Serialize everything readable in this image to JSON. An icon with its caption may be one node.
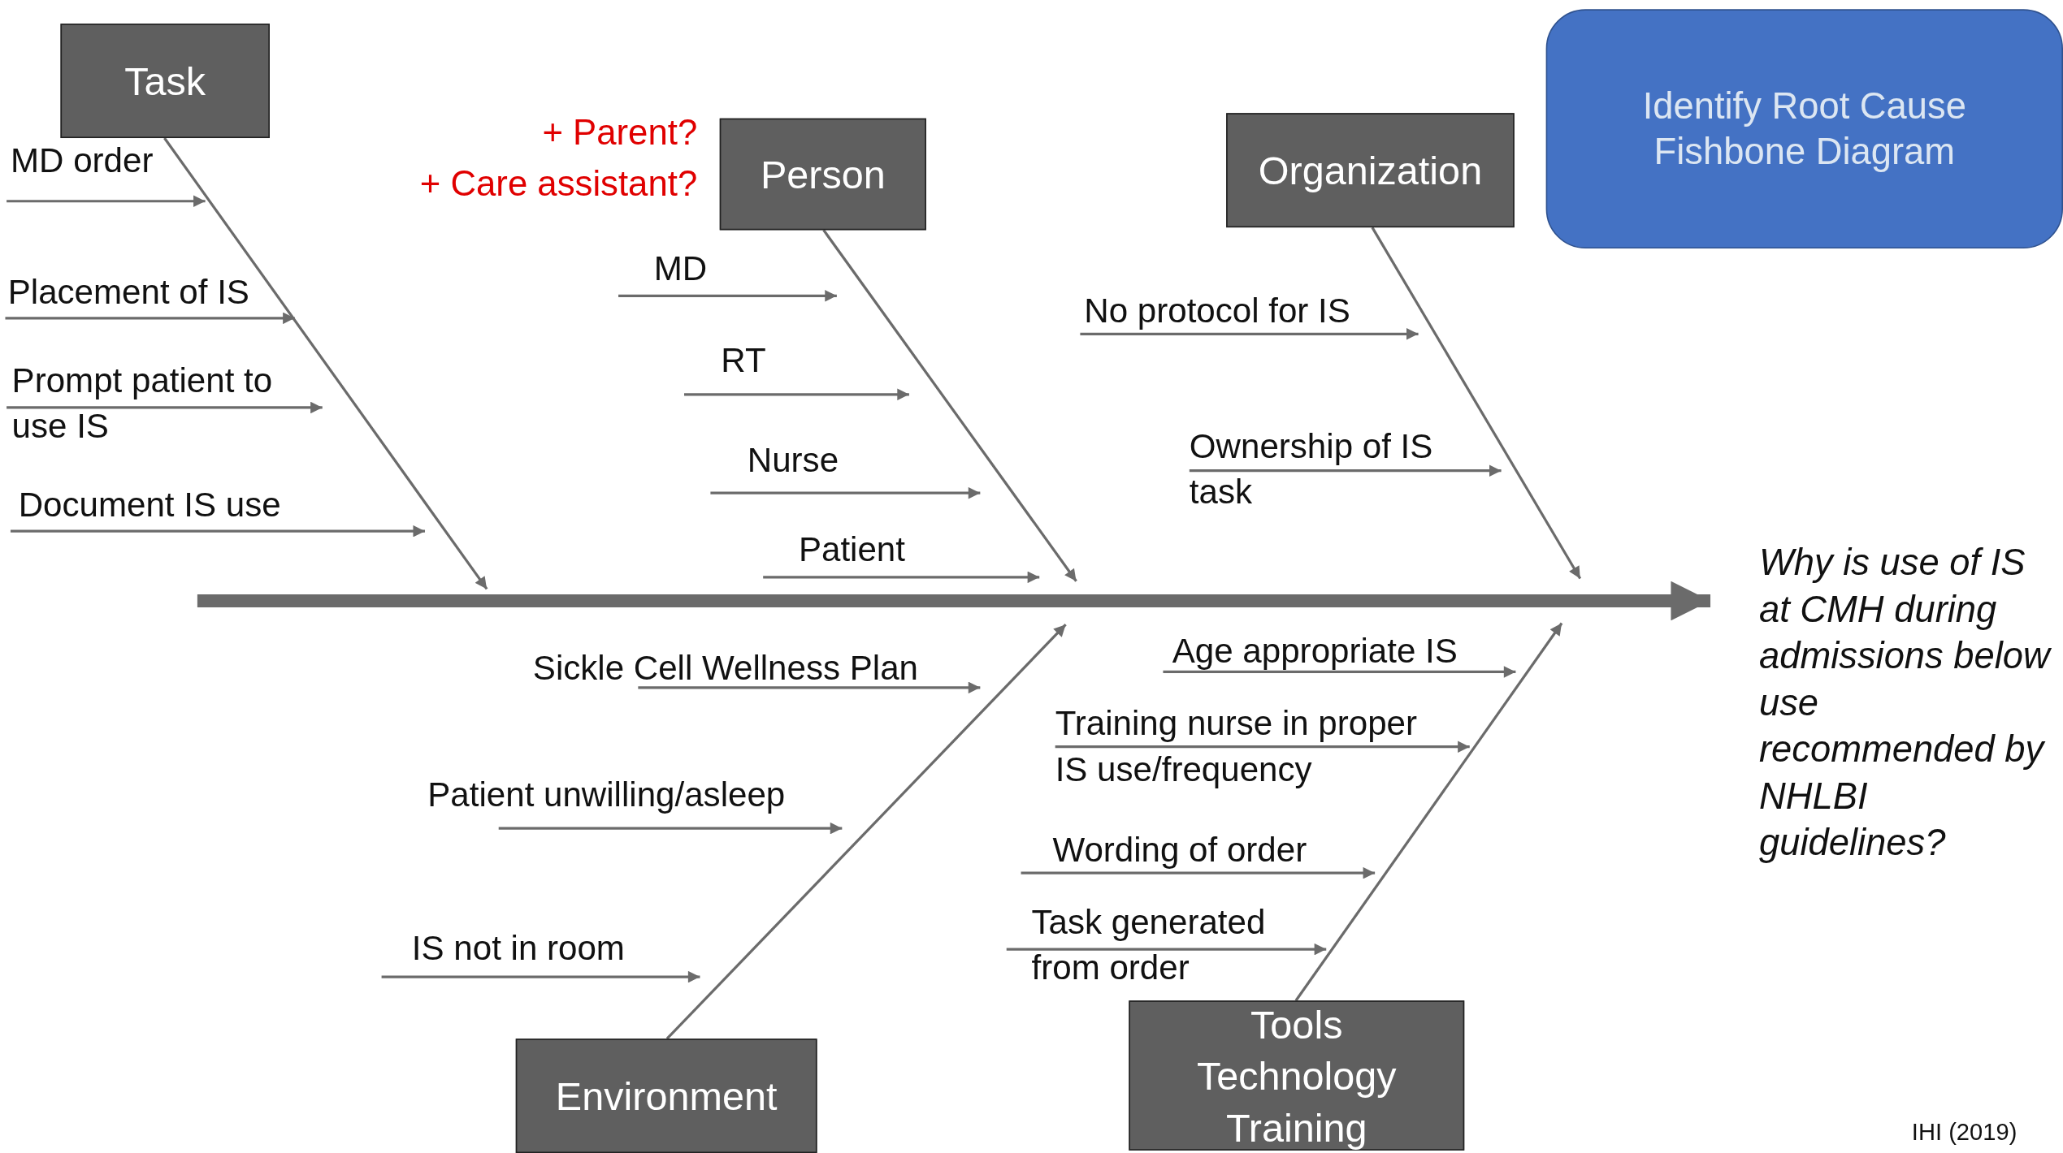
{
  "diagram": {
    "nodes": [
      {
        "text": [
          "Task"
        ]
      },
      {
        "text": [
          "MD order"
        ]
      },
      {
        "text": [
          "Placement of IS"
        ]
      },
      {
        "text": [
          "Prompt patient to use IS"
        ]
      },
      {
        "text": [
          "Document IS use"
        ]
      },
      {
        "text": [
          "Person"
        ],
        "beside": [
          "+ Parent?",
          "+ Care assistant?"
        ]
      },
      {
        "text": [
          "MD"
        ]
      },
      {
        "text": [
          "RT"
        ]
      },
      {
        "text": [
          "Nurse"
        ]
      },
      {
        "text": [
          "Patient"
        ]
      },
      {
        "text": [
          "Organization"
        ]
      },
      {
        "text": [
          "No protocol for IS"
        ]
      },
      {
        "text": [
          "Ownership of IS task"
        ]
      },
      {
        "text": [
          "Identify Root Cause Fishbone Diagram"
        ]
      },
      {
        "text": [
          "Why is use of IS at CMH during admissions below use recommended by NHLBI guidelines?"
        ]
      },
      {
        "text": [
          "Environment"
        ]
      },
      {
        "text": [
          "Sickle Cell Wellness Plan"
        ]
      },
      {
        "text": [
          "Patient unwilling/asleep"
        ]
      },
      {
        "text": [
          "IS not in room"
        ]
      },
      {
        "text": [
          "Tools Technology Training"
        ]
      },
      {
        "text": [
          "Age appropriate IS"
        ]
      },
      {
        "text": [
          "Training nurse in proper IS use/frequency"
        ]
      },
      {
        "text": [
          "Wording of order"
        ]
      },
      {
        "text": [
          "Task generated from order"
        ]
      }
    ],
    "edges": [
      {
        "from": 1,
        "to": null,
        "arrow": "to"
      },
      {
        "from": 2,
        "to": null,
        "arrow": "to"
      },
      {
        "from": 3,
        "to": null,
        "arrow": "to"
      },
      {
        "from": 4,
        "to": null,
        "arrow": "to"
      },
      {
        "from": 0,
        "to": null,
        "arrow": "to"
      },
      {
        "from": 6,
        "to": null,
        "arrow": "to"
      },
      {
        "from": 7,
        "to": null,
        "arrow": "to"
      },
      {
        "from": 8,
        "to": null,
        "arrow": "to"
      },
      {
        "from": 9,
        "to": null,
        "arrow": "to"
      },
      {
        "from": 5,
        "to": null,
        "arrow": "to"
      },
      {
        "from": 11,
        "to": null,
        "arrow": "to"
      },
      {
        "from": 12,
        "to": null,
        "arrow": "to"
      },
      {
        "from": 10,
        "to": null,
        "arrow": "to"
      },
      {
        "from": null,
        "to": 14,
        "arrow": "to",
        "style": "thick"
      },
      {
        "from": 16,
        "to": null,
        "arrow": "to"
      },
      {
        "from": 17,
        "to": null,
        "arrow": "to"
      },
      {
        "from": 18,
        "to": null,
        "arrow": "to"
      },
      {
        "from": 15,
        "to": null,
        "arrow": "to"
      },
      {
        "from": 20,
        "to": null,
        "arrow": "to"
      },
      {
        "from": 21,
        "to": null,
        "arrow": "to"
      },
      {
        "from": 22,
        "to": null,
        "arrow": "to"
      },
      {
        "from": 23,
        "to": null,
        "arrow": "to"
      },
      {
        "from": 19,
        "to": null,
        "arrow": "to"
      }
    ],
    "labels": [
      "IHI (2019)"
    ]
  }
}
